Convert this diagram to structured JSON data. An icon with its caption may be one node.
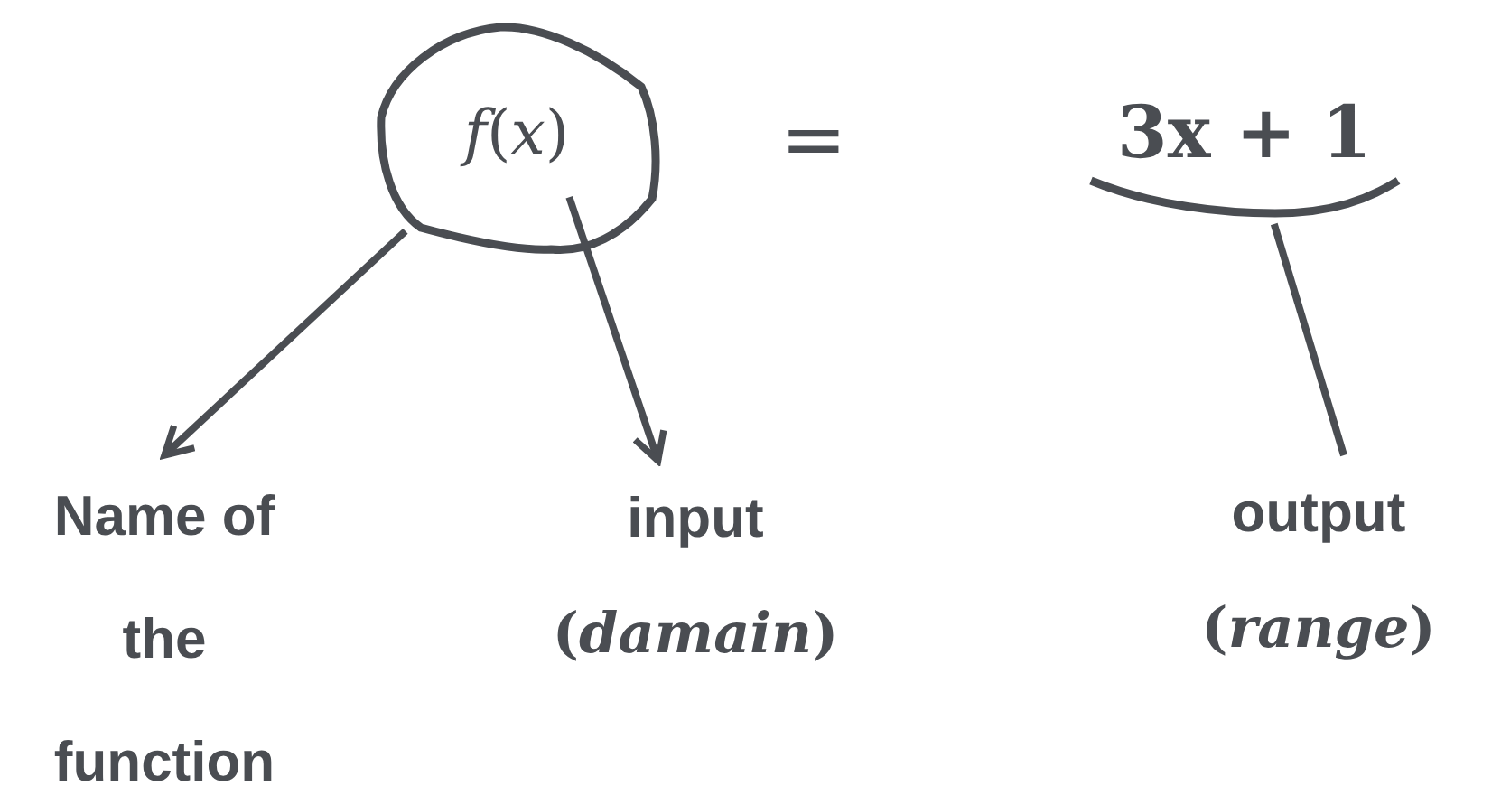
{
  "diagram": {
    "nodes": [
      {
        "text": [
          "*f*(*x*)"
        ]
      },
      {
        "text": [
          "3x + 1"
        ]
      },
      {
        "text": [
          "Name of the function"
        ]
      },
      {
        "text": [
          "input",
          "(*damain*)"
        ]
      },
      {
        "text": [
          "output",
          "(*range*)"
        ]
      }
    ],
    "edges": [
      {
        "from": 0,
        "to": 2,
        "arrow": "to"
      },
      {
        "from": 0,
        "to": 3,
        "arrow": "to"
      },
      {
        "from": 1,
        "to": 4,
        "arrow": "none"
      }
    ],
    "labels": [
      "="
    ]
  }
}
